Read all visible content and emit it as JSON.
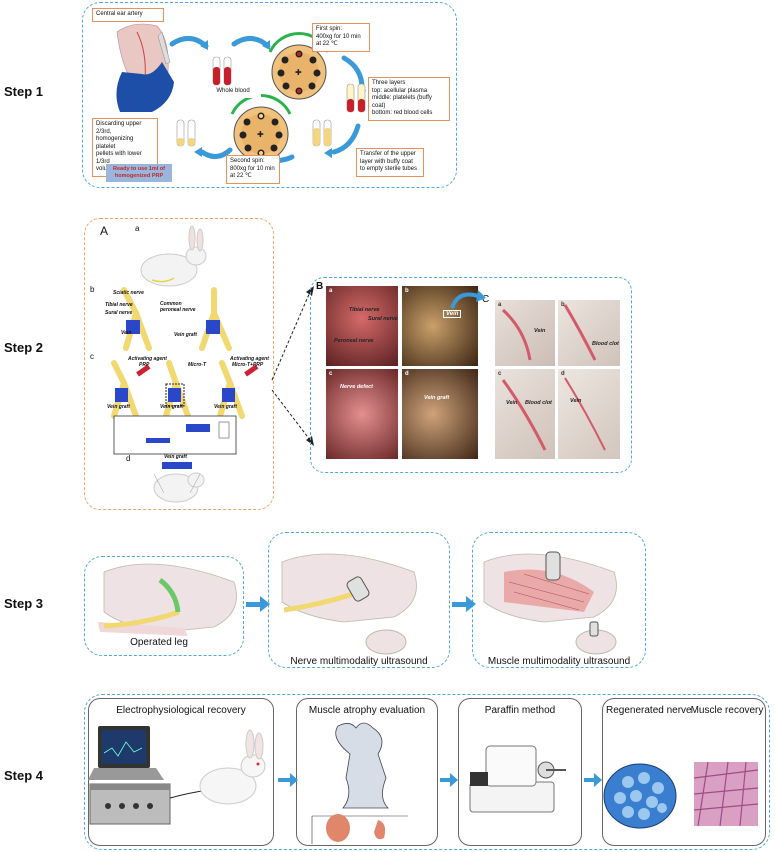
{
  "steps": {
    "s1": "Step 1",
    "s2": "Step 2",
    "s3": "Step 3",
    "s4": "Step 4"
  },
  "step1": {
    "artery_label": "Central ear artery",
    "whole_blood": "Whole blood",
    "first_spin": "First spin:\n400xg for 10 min\nat 22 ℃",
    "three_layers": "Three layers\ntop: acellular plasma\nmiddle: platelets (buffy coat)\nbottom: red blood cells",
    "transfer": "Transfer of the upper\nlayer with buffy coat\nto empty sterile tubes",
    "second_spin": "Second spin:\n800xg for 10 min\nat 22 ℃",
    "discard": "Discarding upper 2/3rd,\nhomogenizing platelet\npellets with lower 1/3rd\nvolume of plasma",
    "ready": "Ready to use 1ml of\nhomogenized PRP"
  },
  "step2": {
    "panel_A": "A",
    "panel_B": "B",
    "panel_C": "C",
    "sub_a": "a",
    "sub_b": "b",
    "sub_c": "c",
    "sub_d": "d",
    "sciatic": "Sciatic nerve",
    "tibial": "Tibial nerve",
    "common_peroneal": "Common\nperoneal nerve",
    "sural": "Sural nerve",
    "vein": "Vein",
    "vein_graft": "Vein graft",
    "activating_agent": "Activating agent",
    "prp": "PRP",
    "micro_t": "Micro-T",
    "micro_t_prp": "Micro-T+PRP",
    "vein_graft_d": "Vein graft",
    "b_tibial": "Tibial nerve",
    "b_sural": "Sural nerve",
    "b_peroneal": "Peroneal nerve",
    "b_vein": "Vein",
    "b_nerve_defect": "Nerve defect",
    "b_vein_graft": "Vein graft",
    "c_vein": "Vein",
    "c_blood_clot": "Blood clot",
    "c_vein2": "Vein",
    "c_blood_clot2": "Blood clot",
    "c_vein3": "Vein",
    "lab_a": "a",
    "lab_b": "b",
    "lab_c": "c",
    "lab_d": "d"
  },
  "step3": {
    "operated_leg": "Operated leg",
    "nerve_us": "Nerve multimodality ultrasound",
    "muscle_us": "Muscle multimodality ultrasound"
  },
  "step4": {
    "electro": "Electrophysiological recovery",
    "atrophy": "Muscle atrophy evaluation",
    "paraffin": "Paraffin method",
    "regen_nerve": "Regenerated nerve",
    "muscle_recovery": "Muscle recovery"
  },
  "colors": {
    "blue_dash": "#4fa9da",
    "orange_dash": "#f0a36b",
    "arrow_blue": "#3a9ad9",
    "blood_red": "#c8202a",
    "ready_fill": "#9bb6dd",
    "ready_text": "#c0282b"
  }
}
